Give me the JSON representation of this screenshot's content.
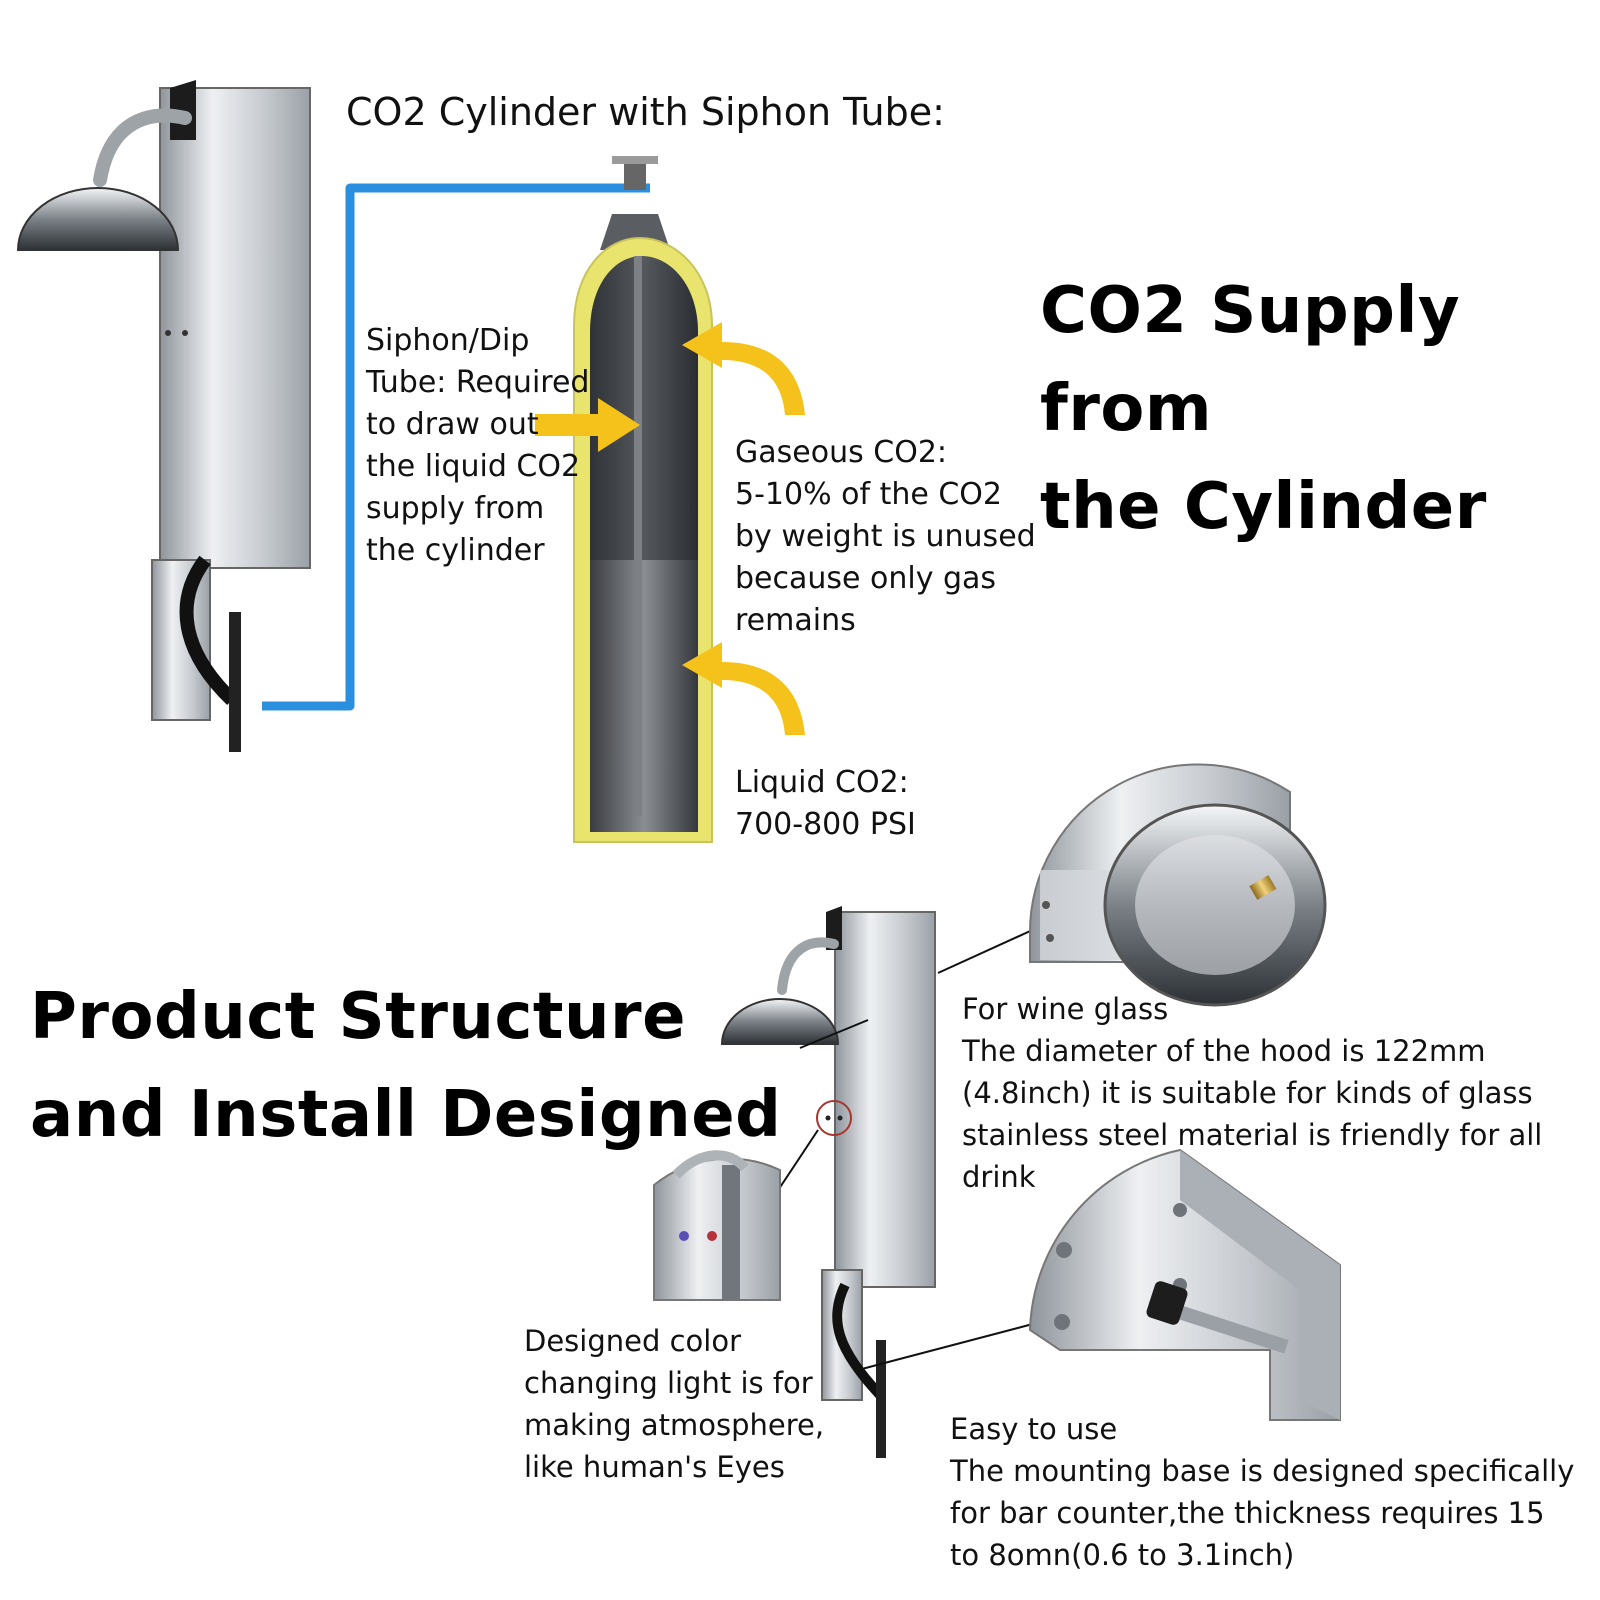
{
  "titles": {
    "cylinder_heading": "CO2 Cylinder with Siphon Tube:",
    "supply_line1": "CO2 Supply from",
    "supply_line2": "the Cylinder",
    "structure_line1": "Product Structure",
    "structure_line2": "and Install Designed"
  },
  "labels": {
    "siphon": [
      "Siphon/Dip",
      "Tube: Required",
      "to draw out",
      "the liquid CO2",
      "supply from",
      "the cylinder"
    ],
    "gaseous": [
      "Gaseous CO2:",
      "5-10% of the CO2",
      "by weight is unused",
      "because only gas",
      "remains"
    ],
    "liquid": [
      "Liquid CO2:",
      "700-800 PSI"
    ],
    "wine_glass": [
      "For wine glass",
      "The diameter of the hood is 122mm",
      "(4.8inch) it is suitable for kinds of glass",
      "stainless steel material is friendly for all",
      "drink"
    ],
    "light": [
      "Designed color",
      "changing light is for",
      "making atmosphere,",
      "like human's Eyes"
    ],
    "easy": [
      "Easy to use",
      "The mounting base is designed specifically",
      "for bar counter,the thickness requires 15",
      "to 8omn(0.6 to 3.1inch)"
    ]
  },
  "colors": {
    "tube_blue": "#2b8fe0",
    "arrow_yellow": "#f5c21b",
    "cylinder_yellow": "#e7e26a",
    "steel": "#c9cdd2"
  }
}
